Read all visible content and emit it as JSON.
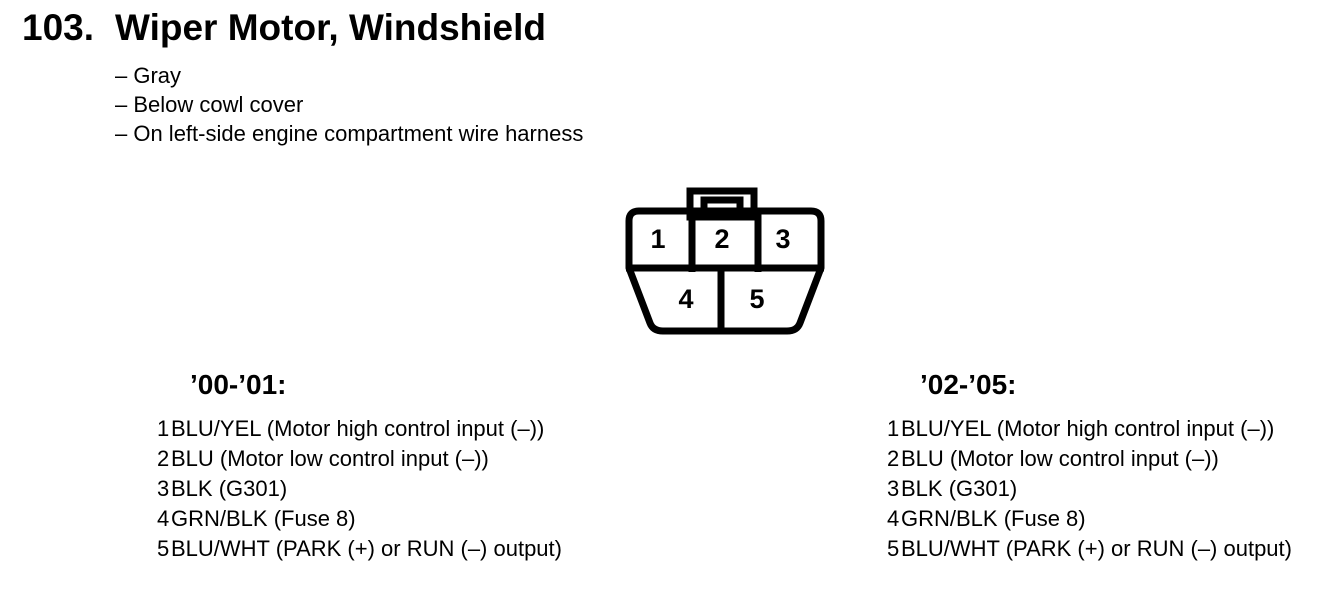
{
  "header": {
    "number": "103.",
    "title": "Wiper Motor, Windshield",
    "notes": [
      "– Gray",
      "– Below cowl cover",
      "– On left-side engine compartment wire harness"
    ]
  },
  "connector": {
    "pins": [
      "1",
      "2",
      "3",
      "4",
      "5"
    ]
  },
  "columns": [
    {
      "heading": "’00-’01:",
      "rows": [
        {
          "pin": "1",
          "desc": "BLU/YEL (Motor high control input (–))"
        },
        {
          "pin": "2",
          "desc": "BLU (Motor low control input (–))"
        },
        {
          "pin": "3",
          "desc": "BLK (G301)"
        },
        {
          "pin": "4",
          "desc": "GRN/BLK (Fuse 8)"
        },
        {
          "pin": "5",
          "desc": "BLU/WHT (PARK (+) or RUN (–) output)"
        }
      ]
    },
    {
      "heading": "’02-’05:",
      "rows": [
        {
          "pin": "1",
          "desc": "BLU/YEL (Motor high control input (–))"
        },
        {
          "pin": "2",
          "desc": "BLU (Motor low control input (–))"
        },
        {
          "pin": "3",
          "desc": "BLK (G301)"
        },
        {
          "pin": "4",
          "desc": "GRN/BLK (Fuse 8)"
        },
        {
          "pin": "5",
          "desc": "BLU/WHT (PARK (+) or RUN (–) output)"
        }
      ]
    }
  ],
  "colors": {
    "ink": "#000000",
    "paper": "#ffffff"
  }
}
